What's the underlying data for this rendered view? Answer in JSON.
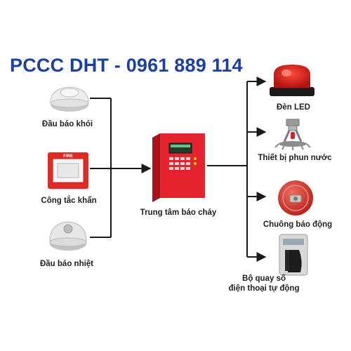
{
  "banner": {
    "text": "PCCC DHT - 0961 889 114",
    "color": "#1b3fa6"
  },
  "inputs": [
    {
      "label": "Đầu báo khói",
      "icon": "smoke-detector-icon"
    },
    {
      "label": "Công tắc khẩn",
      "icon": "manual-call-point-icon",
      "icon_text": "FIRE"
    },
    {
      "label": "Đầu báo nhiệt",
      "icon": "heat-detector-icon"
    }
  ],
  "center": {
    "label": "Trung tâm báo cháy",
    "icon": "fire-alarm-control-panel-icon",
    "color": "#e5232f"
  },
  "outputs": [
    {
      "label": "Đèn LED",
      "icon": "strobe-light-icon"
    },
    {
      "label": "Thiết bị phun nước",
      "icon": "sprinkler-icon"
    },
    {
      "label": "Chuông báo động",
      "icon": "alarm-bell-icon"
    },
    {
      "label_line1": "Bộ quay số",
      "label_line2": "điện thoại tự động",
      "icon": "auto-dialer-icon"
    }
  ],
  "colors": {
    "line": "#1a1a1a",
    "red": "#e5232f",
    "label": "#222222"
  }
}
